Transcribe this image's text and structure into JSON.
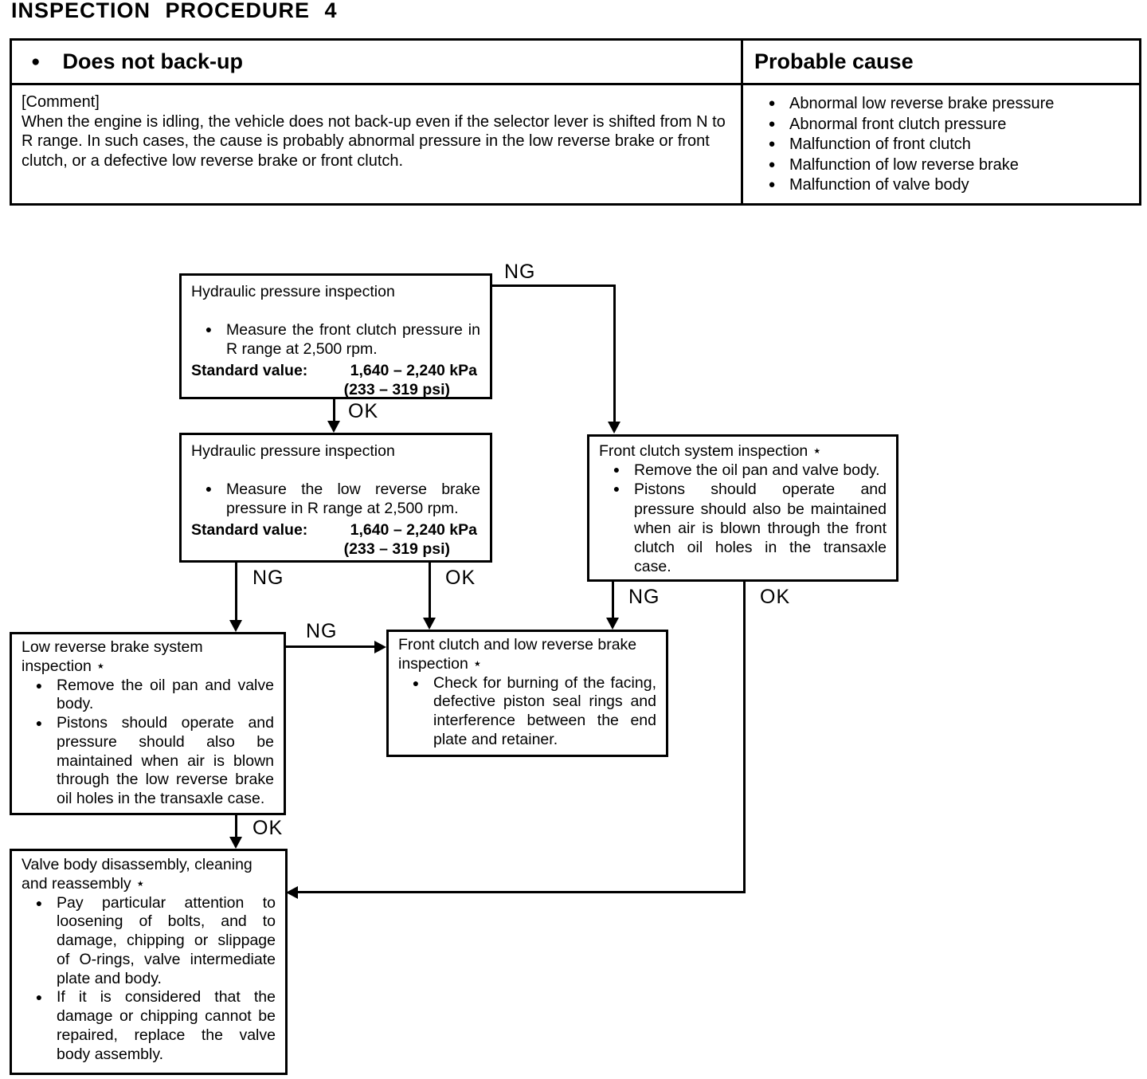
{
  "page_title": "INSPECTION PROCEDURE 4",
  "glyphs": {
    "bullet": "●"
  },
  "table": {
    "symptom": "Does not back-up",
    "cause_header": "Probable cause",
    "comment_label": "[Comment]",
    "comment_text": "When the engine is idling, the vehicle does not back-up even if the selector lever is shifted from N to R range.  In such cases, the cause is probably abnormal pressure in the low reverse brake or front clutch, or a defective low reverse brake or front clutch.",
    "probable_causes": [
      "Abnormal low reverse brake pressure",
      "Abnormal front clutch pressure",
      "Malfunction of front clutch",
      "Malfunction of low reverse brake",
      "Malfunction of valve body"
    ]
  },
  "flowchart": {
    "ng": "NG",
    "ok": "OK",
    "box_hydraulic_front": {
      "title": "Hydraulic pressure inspection",
      "bullet": "Measure the front clutch pressure in R range at 2,500 rpm.",
      "standard_label": "Standard value:",
      "standard_kpa": "1,640 – 2,240 kPa",
      "standard_psi": "(233 – 319 psi)"
    },
    "box_hydraulic_low_reverse": {
      "title": "Hydraulic pressure inspection",
      "bullet": "Measure the low reverse brake pressure in R range at 2,500 rpm.",
      "standard_label": "Standard value:",
      "standard_kpa": "1,640 – 2,240 kPa",
      "standard_psi": "(233 – 319 psi)"
    },
    "box_front_clutch_system": {
      "title": "Front clutch system inspection ⋆",
      "bullets": [
        "Remove the oil pan and valve body.",
        "Pistons should operate and pressure should also be maintained when air is blown through the front clutch oil holes in the transaxle case."
      ]
    },
    "box_low_reverse_brake_system": {
      "title": "Low reverse brake system inspection ⋆",
      "bullets": [
        "Remove the oil pan and valve body.",
        "Pistons should operate and pressure should also be maintained when air is blown through the low reverse brake oil holes in the transaxle case."
      ]
    },
    "box_front_clutch_low_reverse": {
      "title": "Front clutch and low reverse brake inspection ⋆",
      "bullets": [
        "Check for burning of the facing, defective piston seal rings and interference between the end plate and retainer."
      ]
    },
    "box_valve_body": {
      "title": "Valve body disassembly, cleaning and reassembly ⋆",
      "bullets": [
        "Pay particular attention to loosening of bolts, and to damage, chipping or slippage of O-rings, valve intermediate plate and body.",
        "If it is considered that the damage or chipping cannot be repaired, replace the valve body assembly."
      ]
    }
  }
}
